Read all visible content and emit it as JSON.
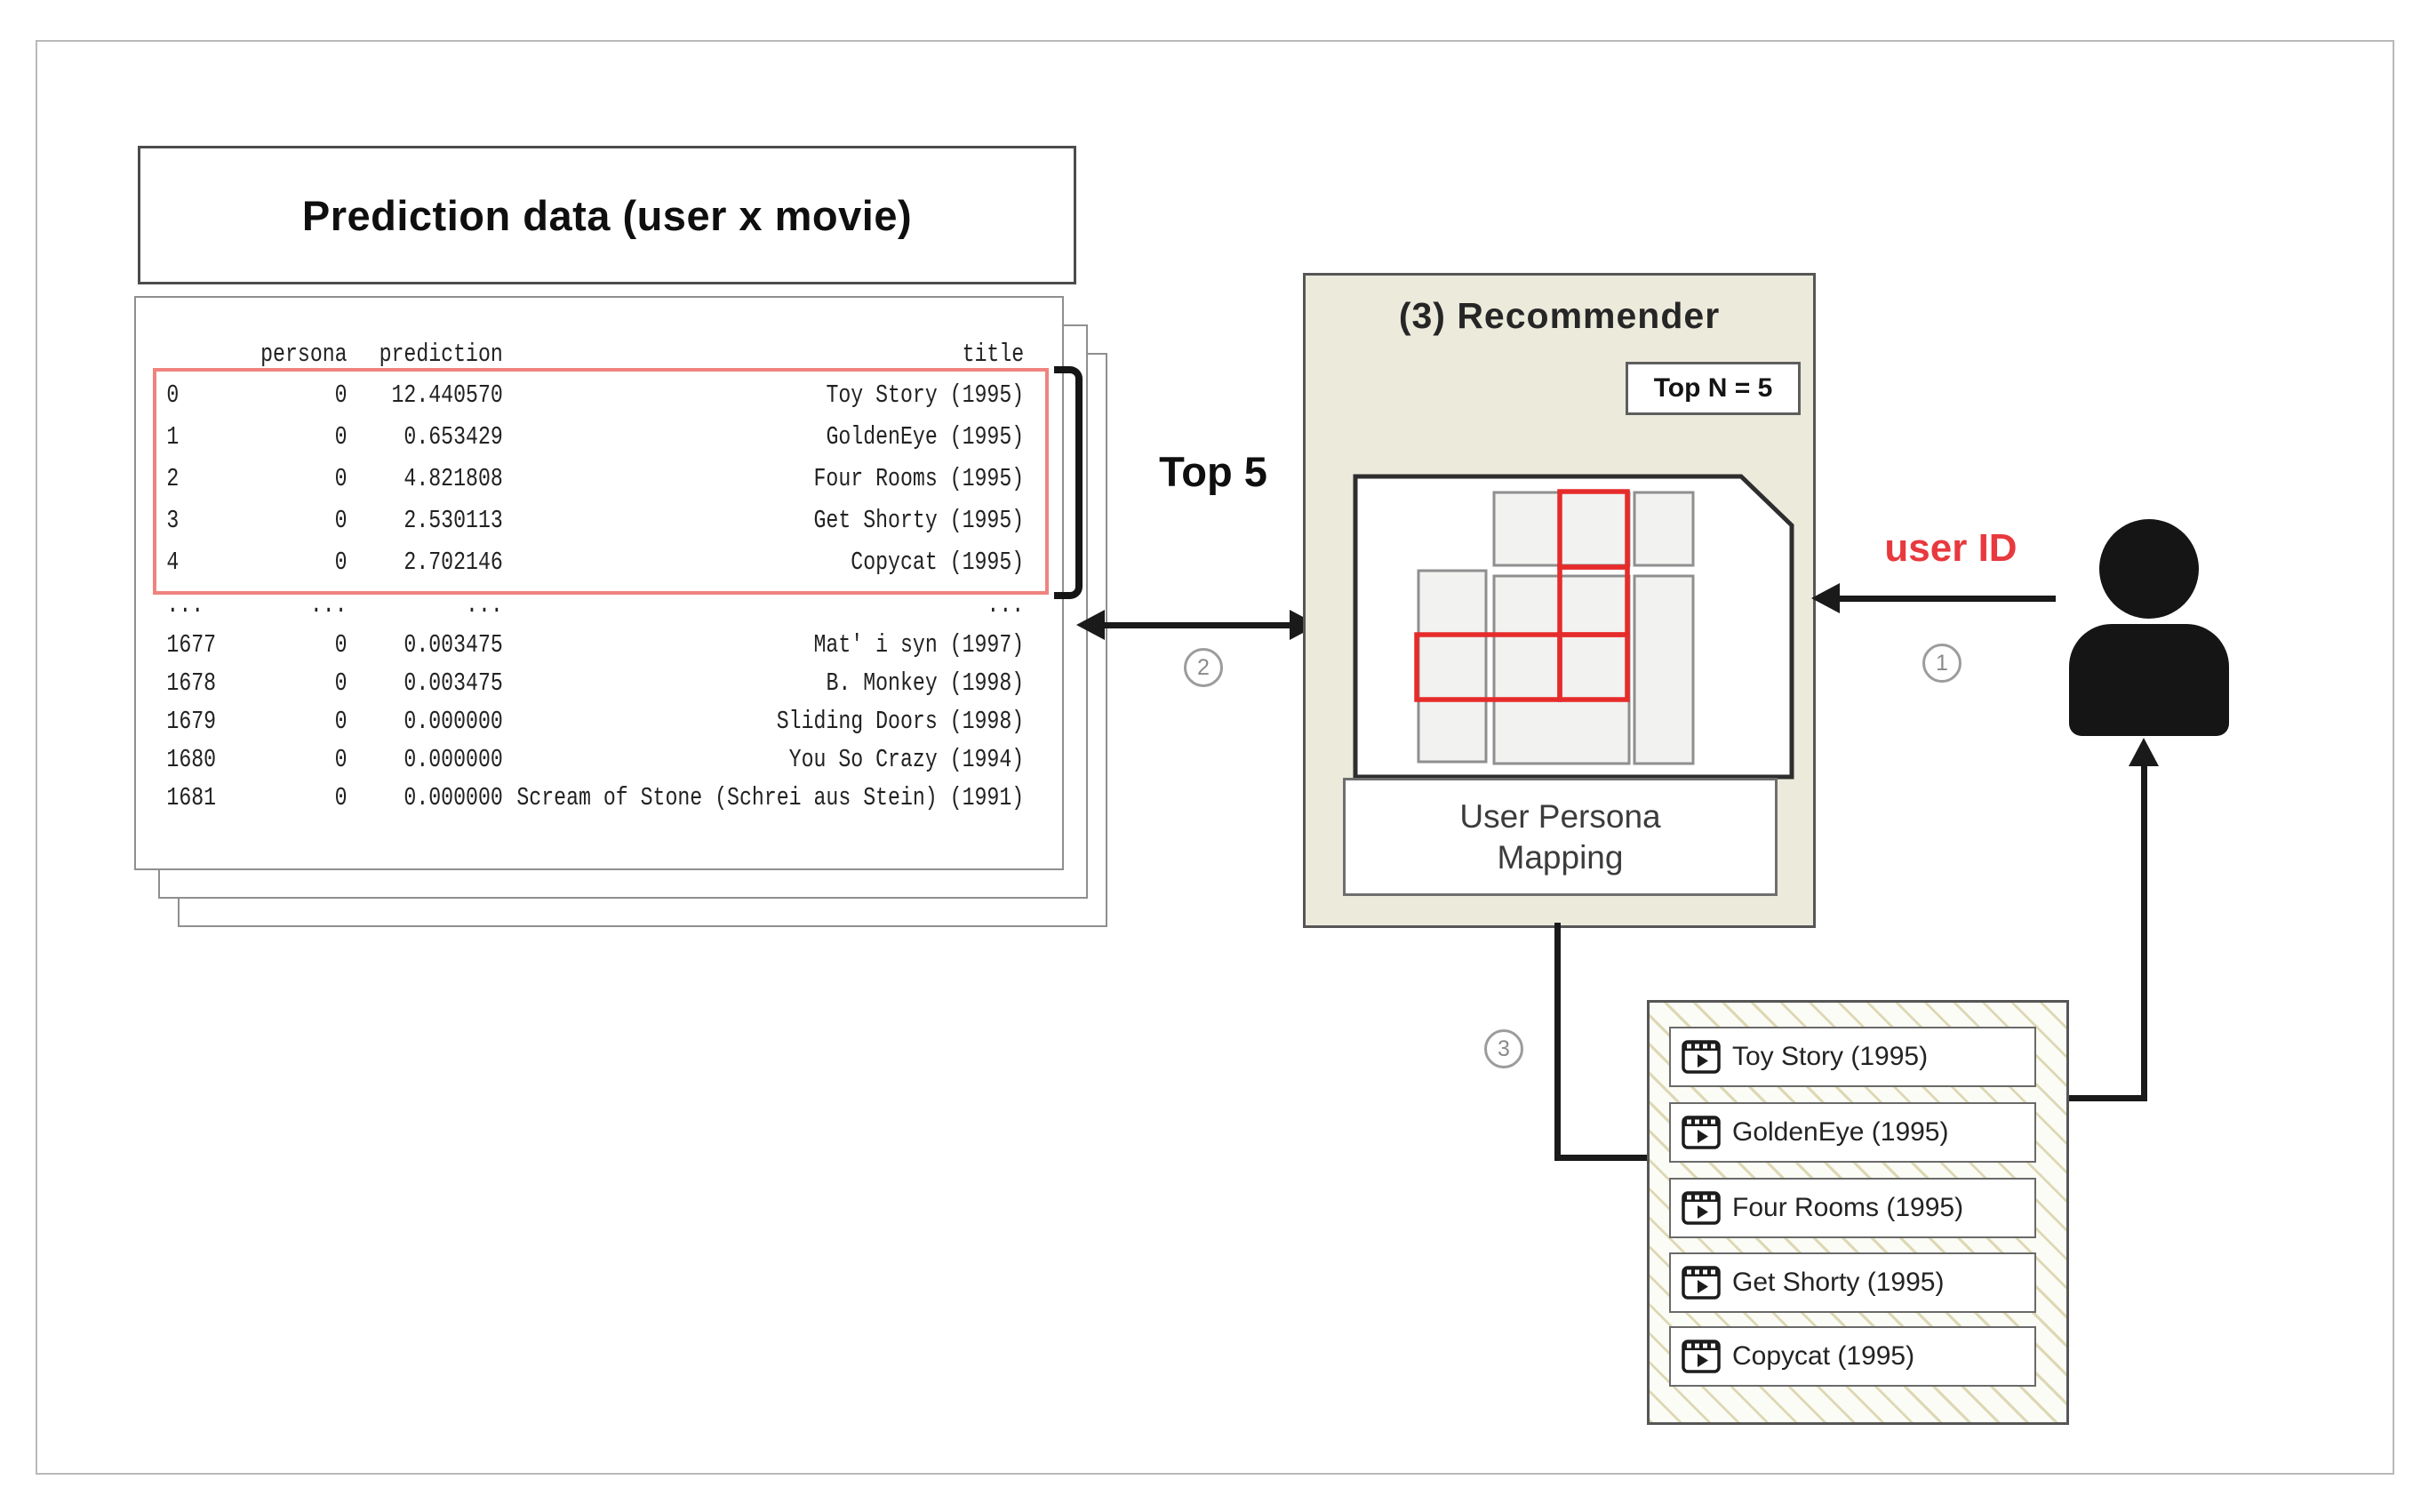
{
  "page_title": "Prediction data (user x movie)",
  "prediction_table": {
    "header": {
      "index": "",
      "persona": "persona",
      "prediction": "prediction",
      "title": "title"
    },
    "top_rows": [
      {
        "index": "0",
        "persona": "0",
        "prediction": "12.440570",
        "title": "Toy Story (1995)"
      },
      {
        "index": "1",
        "persona": "0",
        "prediction": "0.653429",
        "title": "GoldenEye (1995)"
      },
      {
        "index": "2",
        "persona": "0",
        "prediction": "4.821808",
        "title": "Four Rooms (1995)"
      },
      {
        "index": "3",
        "persona": "0",
        "prediction": "2.530113",
        "title": "Get Shorty (1995)"
      },
      {
        "index": "4",
        "persona": "0",
        "prediction": "2.702146",
        "title": "Copycat (1995)"
      }
    ],
    "ellipsis_row": {
      "index": "...",
      "persona": "...",
      "prediction": "...",
      "title": "..."
    },
    "bottom_rows": [
      {
        "index": "1677",
        "persona": "0",
        "prediction": "0.003475",
        "title": "Mat' i syn (1997)"
      },
      {
        "index": "1678",
        "persona": "0",
        "prediction": "0.003475",
        "title": "B. Monkey (1998)"
      },
      {
        "index": "1679",
        "persona": "0",
        "prediction": "0.000000",
        "title": "Sliding Doors (1998)"
      },
      {
        "index": "1680",
        "persona": "0",
        "prediction": "0.000000",
        "title": "You So Crazy (1994)"
      },
      {
        "index": "1681",
        "persona": "0",
        "prediction": "0.000000",
        "title": "Scream of Stone (Schrei aus Stein) (1991)"
      }
    ]
  },
  "flow": {
    "top5_label": "Top 5",
    "user_id_label": "user ID",
    "step1": "1",
    "step2": "2",
    "step3": "3"
  },
  "recommender": {
    "title": "(3) Recommender",
    "top_n_label": "Top N = 5",
    "mapping_line1": "User Persona",
    "mapping_line2": "Mapping"
  },
  "recommendations": [
    {
      "label": "Toy Story (1995)"
    },
    {
      "label": "GoldenEye (1995)"
    },
    {
      "label": "Four Rooms (1995)"
    },
    {
      "label": "Get Shorty (1995)"
    },
    {
      "label": "Copycat (1995)"
    }
  ],
  "icons": {
    "user": "person-icon",
    "movie_item": "film-clip-icon"
  },
  "colors": {
    "highlight_box_red": "#f0837e",
    "persona_grid_red": "#e62b2b",
    "user_id_red": "#e8393e",
    "recommender_bg": "#eceadb",
    "hatch_line": "#ddd8b4"
  }
}
